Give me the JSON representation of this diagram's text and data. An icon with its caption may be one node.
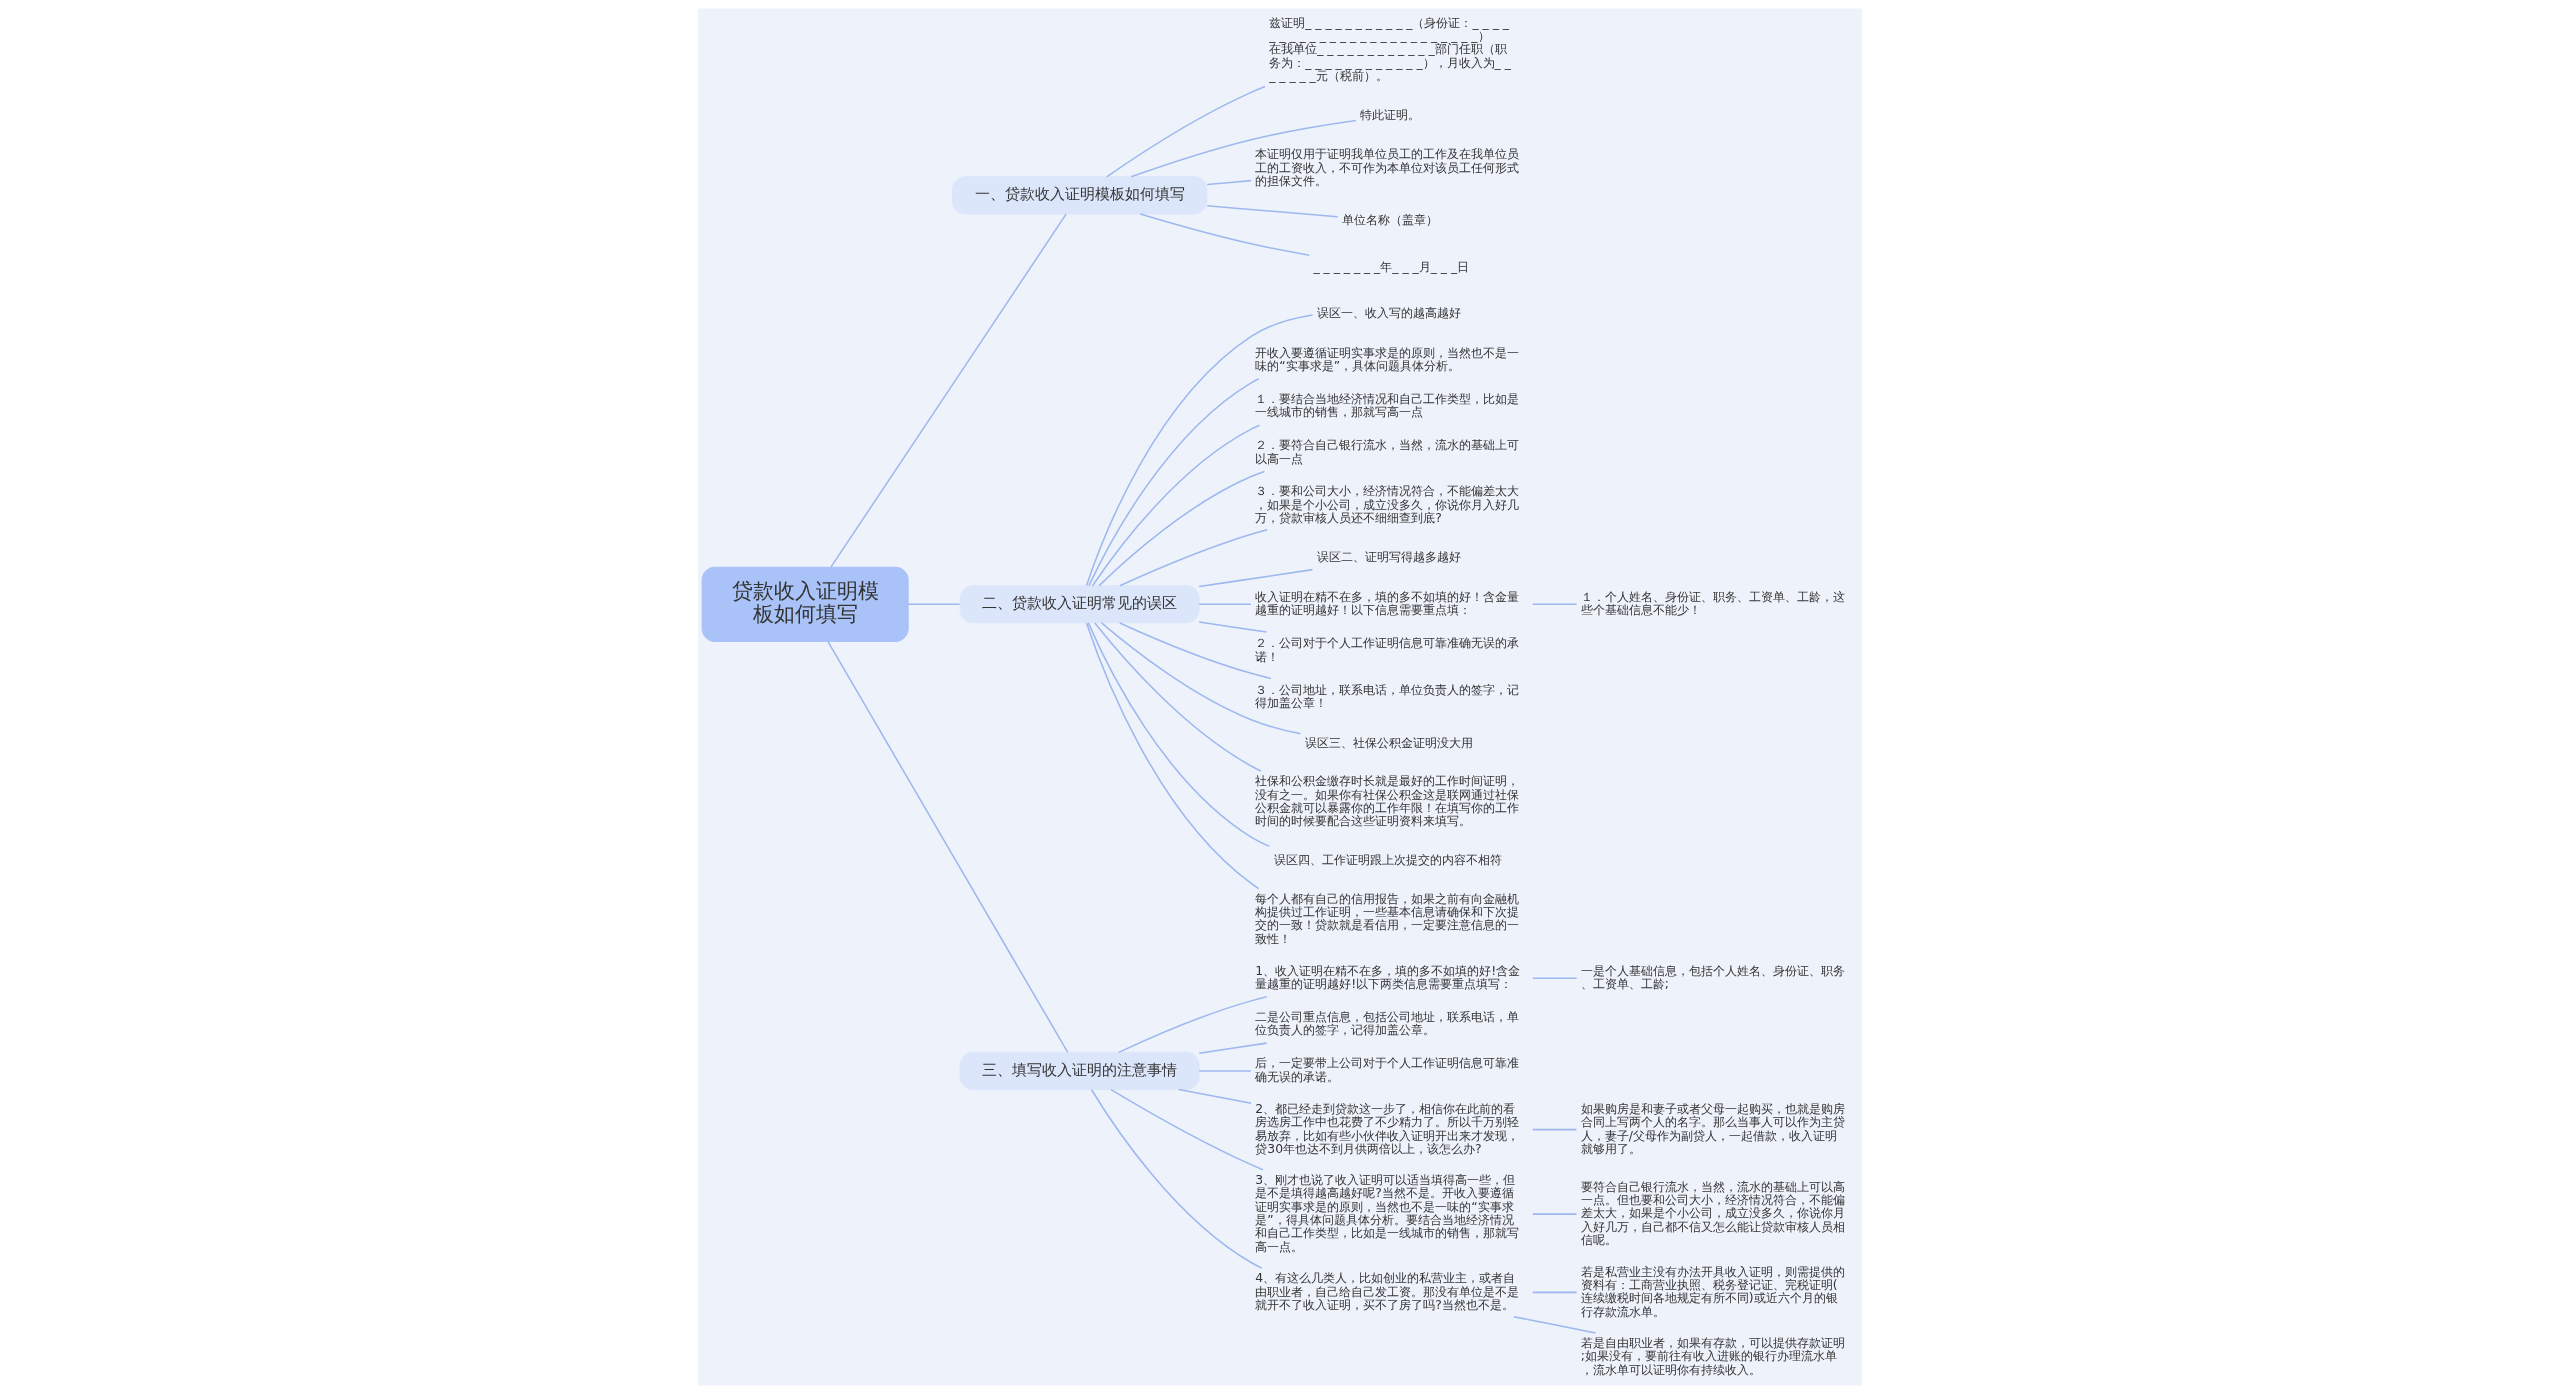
{
  "diagram": {
    "nodes": [
      {
        "text": [
          "贷款收入证明模板如何填写"
        ]
      },
      {
        "text": [
          "一、贷款收入证明模板如何填写"
        ]
      },
      {
        "text": [
          "兹证明_ _ _ _ _ _ _ _ _ _ _（身份证：_ _ _ _ _ _ _ _ _ _ _ _ _ _ _ _ _ _ _ _ _ _ _ _ _）在我单位_ _ _ _ _ _ _ _ _ _ _ _部门任职（职务为：_ _ _ _ _ _ _ _ _ _ _ _），月收入为_ _ _ _ _ _ _元（税前）。"
        ]
      },
      {
        "text": [
          "特此证明。"
        ]
      },
      {
        "text": [
          "本证明仅用于证明我单位员工的工作及在我单位员工的工资收入，不可作为本单位对该员工任何形式的担保文件。"
        ]
      },
      {
        "text": [
          "单位名称（盖章）"
        ]
      },
      {
        "text": [
          "_ _ _ _ _ _ _年_ _ _月_ _ _日"
        ]
      },
      {
        "text": [
          "二、贷款收入证明常见的误区"
        ]
      },
      {
        "text": [
          "误区一、收入写的越高越好"
        ]
      },
      {
        "text": [
          "开收入要遵循证明实事求是的原则，当然也不是一味的“实事求是”，具体问题具体分析。"
        ]
      },
      {
        "text": [
          "１．要结合当地经济情况和自己工作类型，比如是一线城市的销售，那就写高一点"
        ]
      },
      {
        "text": [
          "２．要符合自己银行流水，当然，流水的基础上可以高一点"
        ]
      },
      {
        "text": [
          "３．要和公司大小，经济情况符合，不能偏差太大，如果是个小公司，成立没多久，你说你月入好几万，贷款审核人员还不细细查到底?"
        ]
      },
      {
        "text": [
          "误区二、证明写得越多越好"
        ]
      },
      {
        "text": [
          "收入证明在精不在多，填的多不如填的好！含金量越重的证明越好！以下信息需要重点填："
        ]
      },
      {
        "text": [
          "１．个人姓名、身份证、职务、工资单、工龄，这些个基础信息不能少！"
        ]
      },
      {
        "text": [
          "２．公司对于个人工作证明信息可靠准确无误的承诺！"
        ]
      },
      {
        "text": [
          "３．公司地址，联系电话，单位负责人的签字，记得加盖公章！"
        ]
      },
      {
        "text": [
          "误区三、社保公积金证明没大用"
        ]
      },
      {
        "text": [
          "社保和公积金缴存时长就是最好的工作时间证明，没有之一。如果你有社保公积金这是联网通过社保公积金就可以暴露你的工作年限！在填写你的工作时间的时候要配合这些证明资料来填写。"
        ]
      },
      {
        "text": [
          "误区四、工作证明跟上次提交的内容不相符"
        ]
      },
      {
        "text": [
          "每个人都有自己的信用报告，如果之前有向金融机构提供过工作证明，一些基本信息请确保和下次提交的一致！贷款就是看信用，一定要注意信息的一致性！"
        ]
      },
      {
        "text": [
          "三、填写收入证明的注意事情"
        ]
      },
      {
        "text": [
          "1、收入证明在精不在多，填的多不如填的好!含金量越重的证明越好!以下两类信息需要重点填写："
        ]
      },
      {
        "text": [
          "一是个人基础信息，包括个人姓名、身份证、职务、工资单、工龄;"
        ]
      },
      {
        "text": [
          "二是公司重点信息，包括公司地址，联系电话，单位负责人的签字，记得加盖公章。"
        ]
      },
      {
        "text": [
          "后，一定要带上公司对于个人工作证明信息可靠准确无误的承诺。"
        ]
      },
      {
        "text": [
          "2、都已经走到贷款这一步了，相信你在此前的看房选房工作中也花费了不少精力了。所以千万别轻易放弃，比如有些小伙伴收入证明开出来才发现，贷30年也达不到月供两倍以上，该怎么办?"
        ]
      },
      {
        "text": [
          "如果购房是和妻子或者父母一起购买，也就是购房合同上写两个人的名字。那么当事人可以作为主贷人，妻子/父母作为副贷人，一起借款，收入证明就够用了。"
        ]
      },
      {
        "text": [
          "3、刚才也说了收入证明可以适当填得高一些，但是不是填得越高越好呢?当然不是。开收入要遵循证明实事求是的原则，当然也不是一味的“实事求是”，得具体问题具体分析。要结合当地经济情况和自己工作类型，比如是一线城市的销售，那就写高一点。"
        ]
      },
      {
        "text": [
          "要符合自己银行流水，当然，流水的基础上可以高一点。但也要和公司大小，经济情况符合，不能偏差太大，如果是个小公司，成立没多久，你说你月入好几万，自己都不信又怎么能让贷款审核人员相信呢。"
        ]
      },
      {
        "text": [
          "4、有这么几类人，比如创业的私营业主，或者自由职业者，自己给自己发工资。那没有单位是不是就开不了收入证明，买不了房了吗?当然也不是。"
        ]
      },
      {
        "text": [
          "若是私营业主没有办法开具收入证明，则需提供的资料有：工商营业执照、税务登记证、完税证明(连续缴税时间各地规定有所不同)或近六个月的银行存款流水单。"
        ]
      },
      {
        "text": [
          "若是自由职业者，如果有存款，可以提供存款证明;如果没有，要前往有收入进账的银行办理流水单，流水单可以证明你有持续收入。"
        ]
      }
    ],
    "edges": [
      {
        "from": 0,
        "to": 1,
        "arrow": "none"
      },
      {
        "from": 1,
        "to": 2,
        "arrow": "none"
      },
      {
        "from": 1,
        "to": 3,
        "arrow": "none"
      },
      {
        "from": 1,
        "to": 4,
        "arrow": "none"
      },
      {
        "from": 1,
        "to": 5,
        "arrow": "none"
      },
      {
        "from": 1,
        "to": 6,
        "arrow": "none"
      },
      {
        "from": 0,
        "to": 7,
        "arrow": "none"
      },
      {
        "from": 7,
        "to": 8,
        "arrow": "none"
      },
      {
        "from": 7,
        "to": 9,
        "arrow": "none"
      },
      {
        "from": 7,
        "to": 10,
        "arrow": "none"
      },
      {
        "from": 7,
        "to": 11,
        "arrow": "none"
      },
      {
        "from": 7,
        "to": 12,
        "arrow": "none"
      },
      {
        "from": 7,
        "to": 13,
        "arrow": "none"
      },
      {
        "from": 7,
        "to": 14,
        "arrow": "none"
      },
      {
        "from": 14,
        "to": 15,
        "arrow": "none"
      },
      {
        "from": 7,
        "to": 16,
        "arrow": "none"
      },
      {
        "from": 7,
        "to": 17,
        "arrow": "none"
      },
      {
        "from": 7,
        "to": 18,
        "arrow": "none"
      },
      {
        "from": 7,
        "to": 19,
        "arrow": "none"
      },
      {
        "from": 7,
        "to": 20,
        "arrow": "none"
      },
      {
        "from": 7,
        "to": 21,
        "arrow": "none"
      },
      {
        "from": 0,
        "to": 22,
        "arrow": "none"
      },
      {
        "from": 22,
        "to": 23,
        "arrow": "none"
      },
      {
        "from": 23,
        "to": 24,
        "arrow": "none"
      },
      {
        "from": 22,
        "to": 25,
        "arrow": "none"
      },
      {
        "from": 22,
        "to": 26,
        "arrow": "none"
      },
      {
        "from": 22,
        "to": 27,
        "arrow": "none"
      },
      {
        "from": 27,
        "to": 28,
        "arrow": "none"
      },
      {
        "from": 22,
        "to": 29,
        "arrow": "none"
      },
      {
        "from": 29,
        "to": 30,
        "arrow": "none"
      },
      {
        "from": 22,
        "to": 31,
        "arrow": "none"
      },
      {
        "from": 31,
        "to": 32,
        "arrow": "none"
      },
      {
        "from": 31,
        "to": 33,
        "arrow": "none"
      }
    ]
  }
}
